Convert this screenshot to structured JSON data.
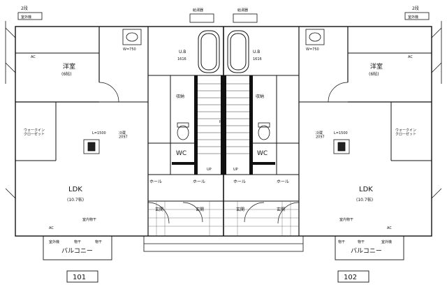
{
  "plan": {
    "floor_tag_left": "2段",
    "floor_tag_left_sub": "室外機",
    "floor_tag_right": "2段",
    "floor_tag_right_sub": "室外機",
    "top_label_left": "給湯器",
    "top_label_right": "給湯器",
    "units": [
      {
        "number": "101",
        "western_room": "洋室",
        "western_size": "(6帖)",
        "ac": "AC",
        "ldk": "LDK",
        "ldk_size": "(10.7帖)",
        "closet": "ウォークイン\nクローゼット",
        "ub": "U.B",
        "ub_size": "1616",
        "storage": "収納",
        "wc": "WC",
        "hall": "ホール",
        "entrance": "玄関",
        "balcony": "バルコニー",
        "kitchen": "L=1500",
        "kitchen_sub": "冷蔵\n2097",
        "wash": "W=750",
        "outdoor": "室外機",
        "hanger": "物干",
        "hanger2": "物干",
        "ac_bottom": "AC",
        "hanger_bottom": "室内物干"
      },
      {
        "number": "102",
        "western_room": "洋室",
        "western_size": "(6帖)",
        "ac": "AC",
        "ldk": "LDK",
        "ldk_size": "(10.7帖)",
        "closet": "ウォークイン\nクローゼット",
        "ub": "U.B",
        "ub_size": "1616",
        "storage": "収納",
        "wc": "WC",
        "hall": "ホール",
        "entrance": "玄関",
        "balcony": "バルコニー",
        "kitchen": "L=1500",
        "kitchen_sub": "冷蔵\n2097",
        "wash": "W=750",
        "outdoor": "室外機",
        "hanger": "物干",
        "hanger2": "物干",
        "ac_bottom": "AC",
        "hanger_bottom": "室内物干"
      }
    ],
    "stair_label": "UP",
    "stair_label2": "UP",
    "shared_label": "PS",
    "hall_center_left": "ホール",
    "hall_center_right": "ホール",
    "entrance_center_left": "玄関",
    "entrance_center_right": "玄関"
  }
}
